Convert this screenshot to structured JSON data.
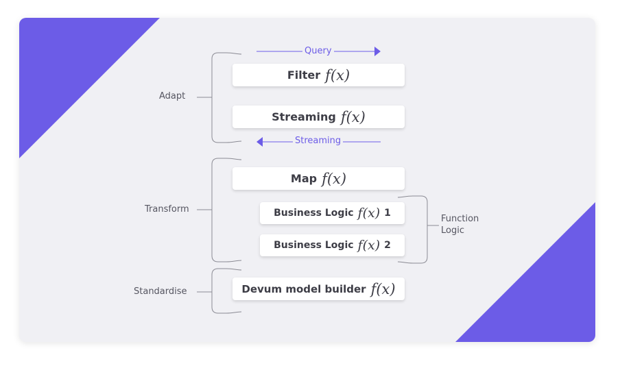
{
  "colors": {
    "accent": "#6c5ce7",
    "card": "#f0f0f4",
    "bracket": "#8a8a93",
    "text": "#3d3d46"
  },
  "arrows": {
    "query": "Query",
    "streaming": "Streaming"
  },
  "boxes": {
    "filter": {
      "label": "Filter",
      "fx": "f(x)"
    },
    "streaming": {
      "label": "Streaming",
      "fx": "f(x)"
    },
    "map": {
      "label": "Map",
      "fx": "f(x)"
    },
    "business_logic_1": {
      "label": "Business Logic",
      "fx": "f(x)",
      "num": "1"
    },
    "business_logic_2": {
      "label": "Business Logic",
      "fx": "f(x)",
      "num": "2"
    },
    "devum": {
      "label": "Devum model builder",
      "fx": "f(x)"
    }
  },
  "groups": {
    "adapt": "Adapt",
    "transform": "Transform",
    "standardise": "Standardise",
    "function_logic_line1": "Function",
    "function_logic_line2": "Logic"
  }
}
